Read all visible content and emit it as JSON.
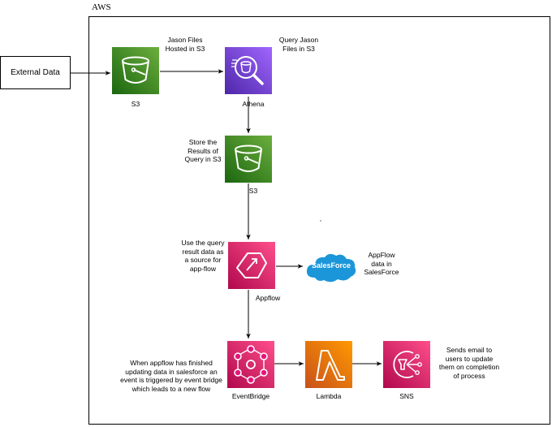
{
  "group": {
    "label": "AWS"
  },
  "external": {
    "label": "External Data"
  },
  "nodes": {
    "s3_source": {
      "label": "S3",
      "icon": "s3-bucket-icon",
      "color": "#3F8624"
    },
    "athena": {
      "label": "Athena",
      "icon": "athena-icon",
      "color": "#8C4FFF"
    },
    "s3_results": {
      "label": "S3",
      "icon": "s3-bucket-icon",
      "color": "#3F8624"
    },
    "appflow": {
      "label": "Appflow",
      "icon": "appflow-icon",
      "color": "#E7157B"
    },
    "salesforce": {
      "label": "SalesForce",
      "icon": "cloud-icon",
      "color": "#1B96D9"
    },
    "eventbridge": {
      "label": "EventBridge",
      "icon": "eventbridge-icon",
      "color": "#E7157B"
    },
    "lambda": {
      "label": "Lambda",
      "icon": "lambda-icon",
      "color": "#ED7100"
    },
    "sns": {
      "label": "SNS",
      "icon": "sns-icon",
      "color": "#E7157B"
    }
  },
  "notes": {
    "s3_hosted": [
      "Jason Files",
      "Hosted in S3"
    ],
    "athena_query": [
      "Query Jason",
      "Files in S3"
    ],
    "store_results": [
      "Store the",
      "Results of",
      "Query in S3"
    ],
    "use_query": [
      "Use the query",
      "result data as",
      "a source for",
      "app-flow"
    ],
    "appflow_data": [
      "AppFlow",
      "data in",
      "SalesForce"
    ],
    "appflow_finished": [
      "When appflow has finished",
      "updating data in salesforce an",
      "event is triggered by event bridge",
      "which leads to a new flow"
    ],
    "sends_email": [
      "Sends email to",
      "users to update",
      "them on completion",
      "of process"
    ]
  }
}
